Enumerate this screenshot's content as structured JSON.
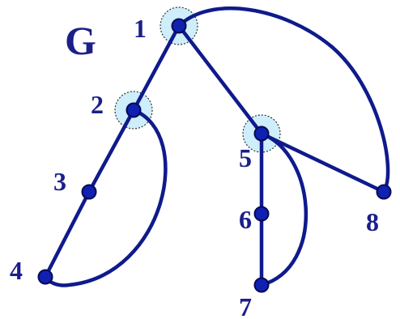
{
  "graph": {
    "title": "G",
    "colors": {
      "edge": "#0f1a8c",
      "node_fill": "#1020b0",
      "node_stroke": "#060b55",
      "label": "#1a1f8a",
      "highlight_fill": "#cdeefa",
      "highlight_stroke": "#333333"
    },
    "nodes": [
      {
        "id": "1",
        "label": "1",
        "highlighted": true
      },
      {
        "id": "2",
        "label": "2",
        "highlighted": true
      },
      {
        "id": "3",
        "label": "3",
        "highlighted": false
      },
      {
        "id": "4",
        "label": "4",
        "highlighted": false
      },
      {
        "id": "5",
        "label": "5",
        "highlighted": true
      },
      {
        "id": "6",
        "label": "6",
        "highlighted": false
      },
      {
        "id": "7",
        "label": "7",
        "highlighted": false
      },
      {
        "id": "8",
        "label": "8",
        "highlighted": false
      }
    ],
    "edges": [
      {
        "from": "1",
        "to": "2",
        "style": "straight"
      },
      {
        "from": "2",
        "to": "3",
        "style": "straight"
      },
      {
        "from": "3",
        "to": "4",
        "style": "straight"
      },
      {
        "from": "2",
        "to": "4",
        "style": "curved"
      },
      {
        "from": "1",
        "to": "5",
        "style": "straight"
      },
      {
        "from": "1",
        "to": "8",
        "style": "curved"
      },
      {
        "from": "5",
        "to": "8",
        "style": "straight"
      },
      {
        "from": "5",
        "to": "6",
        "style": "straight"
      },
      {
        "from": "6",
        "to": "7",
        "style": "straight"
      },
      {
        "from": "5",
        "to": "7",
        "style": "curved"
      }
    ]
  }
}
